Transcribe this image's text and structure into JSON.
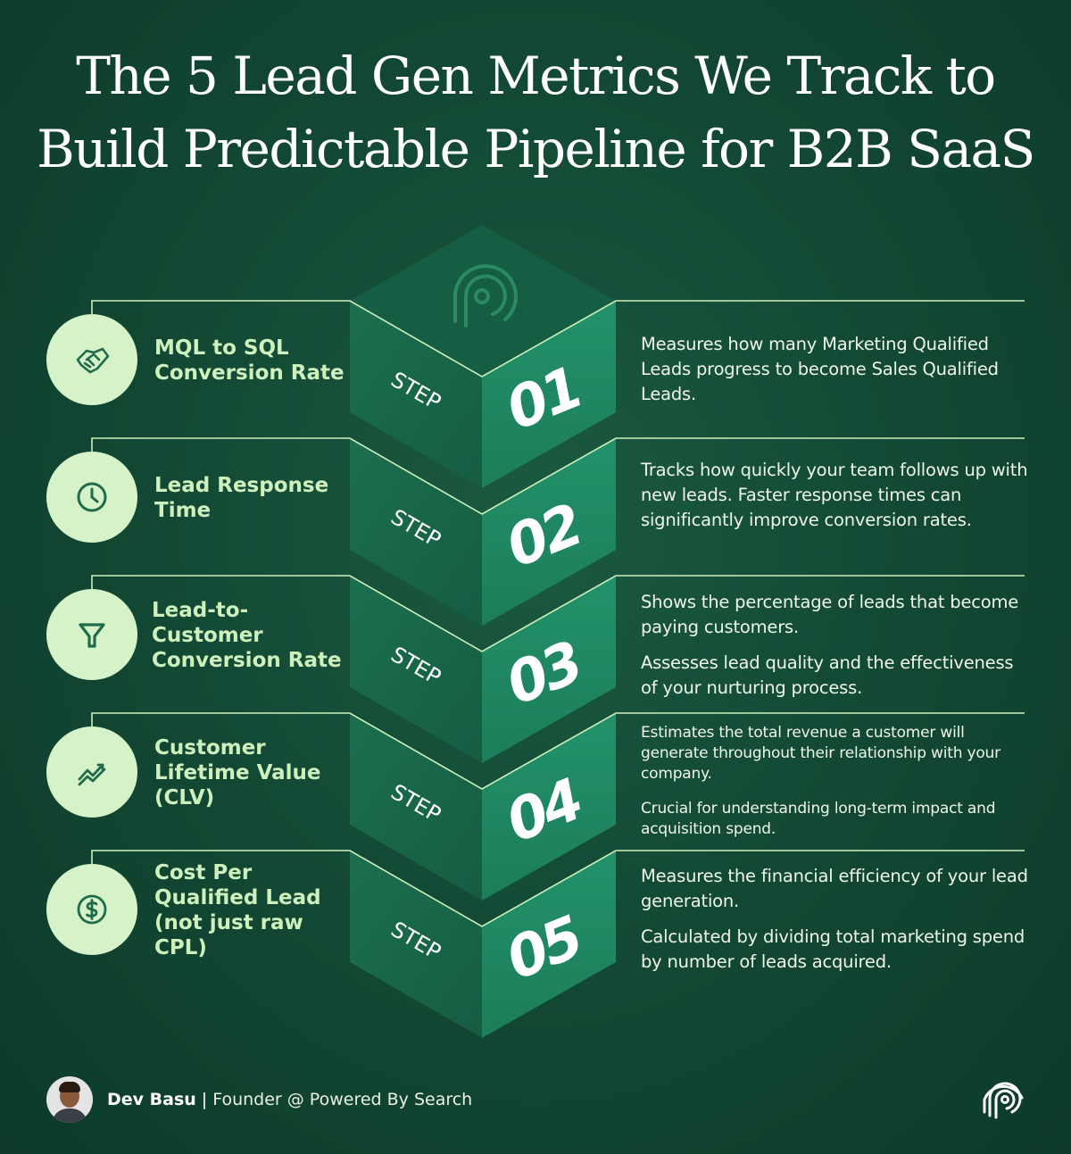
{
  "title": {
    "line1": "The 5 Lead Gen Metrics We Track to",
    "line2": "Build Predictable Pipeline for B2B SaaS"
  },
  "step_word": "STEP",
  "colors": {
    "background": "#134a35",
    "circle": "#d6f2c8",
    "label": "#cdf0bc",
    "icon": "#1f6b4c",
    "line": "#cdf0bc",
    "block_left": "#1a6b4c",
    "block_right": "#1f8a61",
    "block_top": "#155d42"
  },
  "metrics": [
    {
      "icon": "handshake-icon",
      "label": "MQL to SQL Conversion Rate",
      "number": "01",
      "description": [
        "Measures how many Marketing Qualified Leads progress to become Sales Qualified Leads."
      ]
    },
    {
      "icon": "clock-icon",
      "label": "Lead Response Time",
      "number": "02",
      "description": [
        "Tracks how quickly your team follows up with new leads. Faster response times can significantly improve conversion rates."
      ]
    },
    {
      "icon": "funnel-icon",
      "label": "Lead-to-Customer Conversion Rate",
      "number": "03",
      "description": [
        "Shows the percentage of leads that become paying customers.",
        "Assesses lead quality and the effectiveness of your nurturing process."
      ]
    },
    {
      "icon": "trend-up-icon",
      "label": "Customer Lifetime Value (CLV)",
      "number": "04",
      "description": [
        "Estimates the total revenue a customer will generate throughout their relationship with your company.",
        "Crucial for understanding long-term impact and acquisition spend."
      ]
    },
    {
      "icon": "dollar-icon",
      "label": "Cost Per Qualified Lead (not just raw CPL)",
      "number": "05",
      "description": [
        "Measures the financial efficiency of your lead generation.",
        "Calculated by dividing total marketing spend by number of leads acquired."
      ]
    }
  ],
  "footer": {
    "name": "Dev Basu",
    "separator": "|",
    "role": "Founder @ Powered By Search",
    "logo_icon": "powered-by-search-logo-icon",
    "avatar": "author-avatar"
  }
}
